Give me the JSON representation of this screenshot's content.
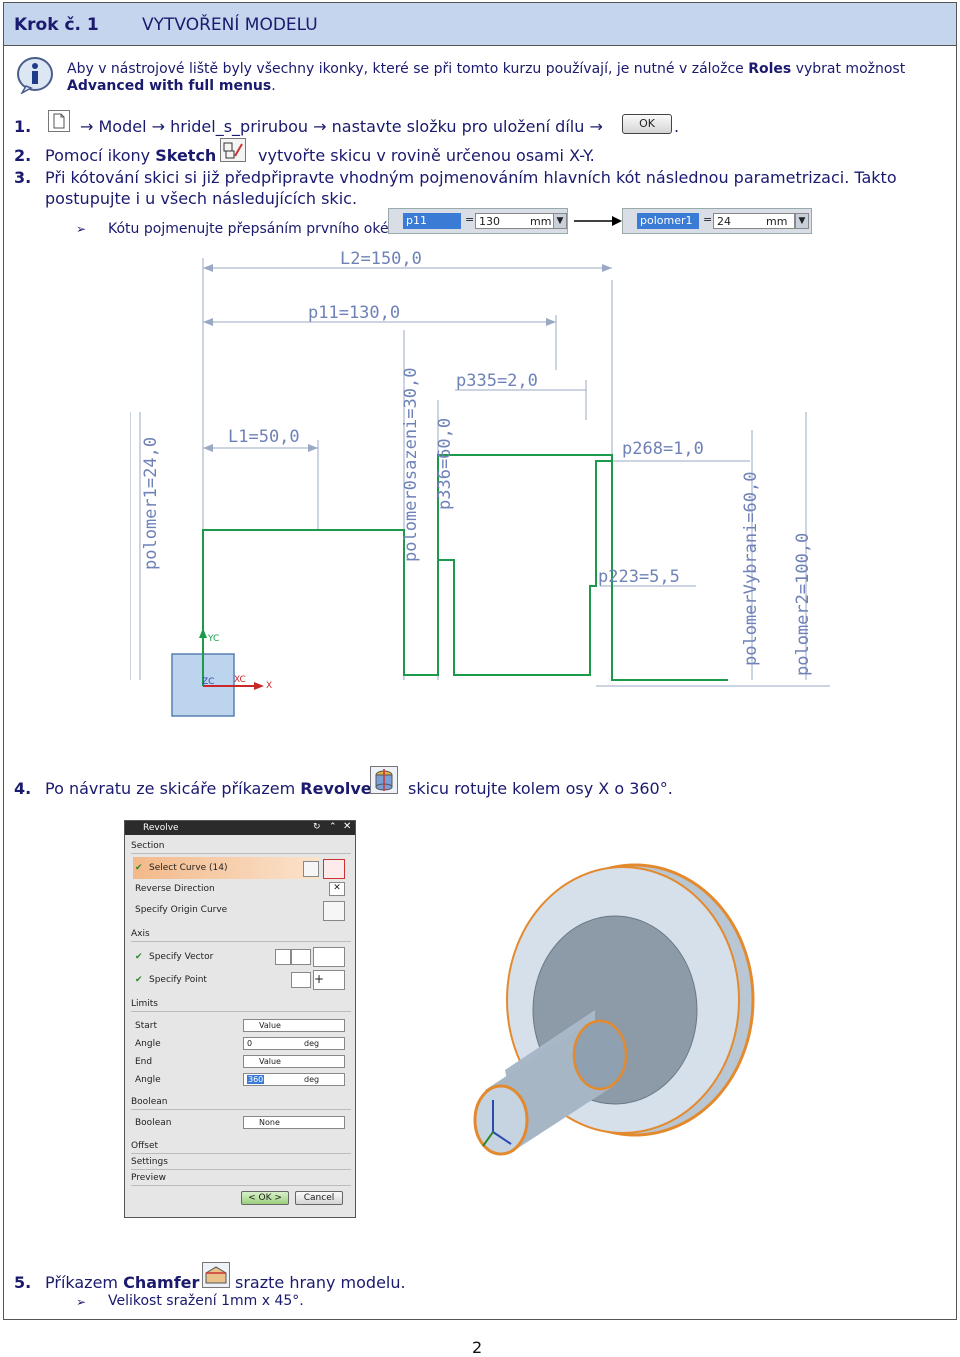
{
  "header": {
    "step": "Krok č. 1",
    "title": "VYTVOŘENÍ MODELU"
  },
  "info": {
    "line1_a": "Aby v nástrojové liště byly všechny ikonky, které se při tomto kurzu používají, je nutné v záložce ",
    "line1_b": "Roles",
    "line1_c": " vybrat možnost",
    "line2_a": "Advanced with full menus",
    "line2_b": "."
  },
  "step1": {
    "num": "1.",
    "a": "→ Model → hridel_s_prirubou → nastavte složku pro uložení dílu →",
    "ok": "OK",
    "end": "."
  },
  "step2": {
    "num": "2.",
    "a": "Pomocí ikony ",
    "b": "Sketch",
    "c": "vytvořte skicu v rovině určenou osami X-Y."
  },
  "step3": {
    "num": "3.",
    "line1": "Při kótování skici si již předpřipravte vhodným pojmenováním hlavních kót následnou parametrizaci. Takto",
    "line2": "postupujte i u všech následujících skic."
  },
  "bullet1": "Kótu pojmenujte přepsáním prvního okénka",
  "dimbar_before": {
    "name": "p11",
    "eq": "=",
    "value": "130",
    "unit": "mm"
  },
  "dimbar_after": {
    "name": "polomer1",
    "eq": "=",
    "value": "24",
    "unit": "mm"
  },
  "sketch_labels": {
    "L2": "L2=150,0",
    "p11": "p11=130,0",
    "L1": "L1=50,0",
    "p335": "p335=2,0",
    "p268": "p268=1,0",
    "p223": "p223=5,5",
    "polomer1": "polomer1=24,0",
    "polomer0": "polomer0sazeni=30,0",
    "p336": "p336=60,0",
    "vybrani": "polomerVybrani=60,0",
    "polomer2": "polomer2=100,0",
    "yc": "YC",
    "zc": "ZC",
    "xc": "XC",
    "x": "X"
  },
  "step4": {
    "num": "4.",
    "a": "Po návratu ze skicáře příkazem ",
    "b": "Revolve",
    "c": "skicu rotujte kolem osy X o 360°."
  },
  "dialog": {
    "title": "Revolve",
    "section": "Section",
    "select_curve": "Select Curve (14)",
    "reverse": "Reverse Direction",
    "origin": "Specify Origin Curve",
    "axis": "Axis",
    "vector": "Specify Vector",
    "point": "Specify Point",
    "limits": "Limits",
    "start": "Start",
    "angle1": "Angle",
    "end": "End",
    "angle2": "Angle",
    "start_val": "Value",
    "angle1_val": "0",
    "end_val": "Value",
    "angle2_val": "360",
    "deg": "deg",
    "boolean": "Boolean",
    "boolean_row": "Boolean",
    "boolean_val": "None",
    "offset": "Offset",
    "settings": "Settings",
    "preview": "Preview",
    "ok": "< OK >",
    "cancel": "Cancel"
  },
  "step5": {
    "num": "5.",
    "a": "Příkazem ",
    "b": "Chamfer",
    "c": "srazte hrany modelu."
  },
  "bullet2": "Velikost sražení 1mm x 45°.",
  "page_number": "2"
}
